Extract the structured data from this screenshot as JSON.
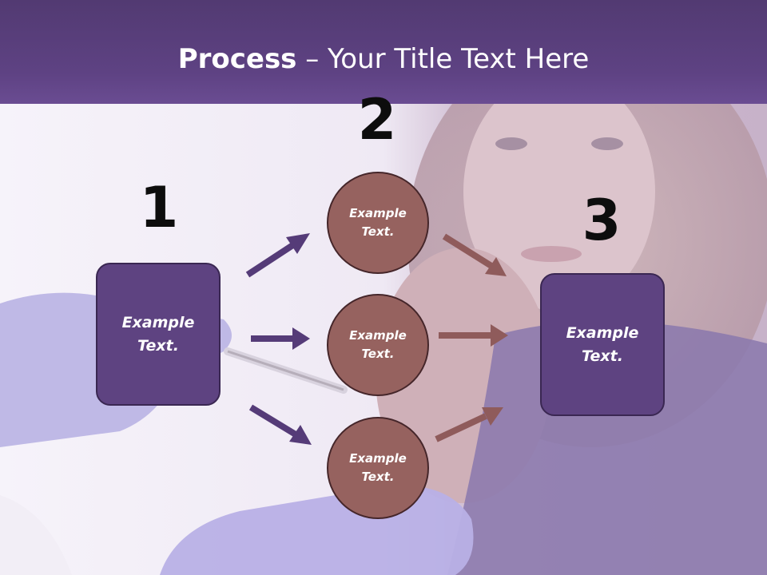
{
  "slide": {
    "title_bold": "Process",
    "title_rest": " – Your Title Text Here",
    "step1": {
      "number": "1",
      "text_line1": "Example",
      "text_line2": "Text."
    },
    "step2": {
      "number": "2",
      "circles": [
        {
          "text_line1": "Example",
          "text_line2": "Text."
        },
        {
          "text_line1": "Example",
          "text_line2": "Text."
        },
        {
          "text_line1": "Example",
          "text_line2": "Text."
        }
      ]
    },
    "step3": {
      "number": "3",
      "text_line1": "Example",
      "text_line2": "Text."
    }
  },
  "colors": {
    "header": "#5e4283",
    "box_fill": "#5e4381",
    "circle_fill": "#96625f",
    "arrow_purple": "#553b78",
    "arrow_brown": "#8f5b5b"
  }
}
